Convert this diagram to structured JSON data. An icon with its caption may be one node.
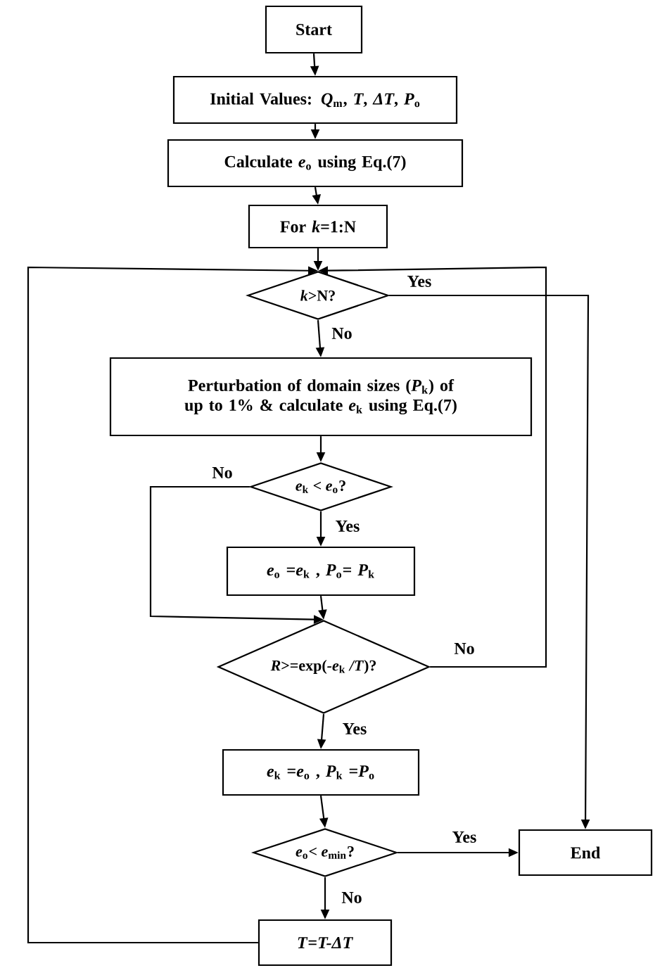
{
  "diagram": {
    "nodes": [
      {
        "text": [
          "Start"
        ]
      },
      {
        "text": [
          "Initial Values: *Q*$_{m}$, *T*, *ΔT*, *P*$_{o}$"
        ]
      },
      {
        "text": [
          "Calculate *e*$_{o}$ using Eq.(7)"
        ]
      },
      {
        "text": [
          "For *k*=1:N"
        ]
      },
      {
        "text": [
          "*k*>N?"
        ]
      },
      {
        "text": [
          "Perturbation of domain sizes (*P*$_{k}$) of up to 1% & calculate *e*$_{k}$ using Eq.(7)"
        ]
      },
      {
        "text": [
          "*e*$_{k}$ < *e*$_{o}$?"
        ]
      },
      {
        "text": [
          "*e*$_{o}$ =*e*$_{k}$ , *P*$_{o}$= *P*$_{k}$"
        ]
      },
      {
        "text": [
          "*R*>=exp(*-e*$_{k}$ */T*)?"
        ]
      },
      {
        "text": [
          "*e*$_{k}$ =*e*$_{o}$ , *P*$_{k}$ =*P*$_{o}$"
        ]
      },
      {
        "text": [
          "*e*$_{o}$< *e*$_{min}$?"
        ]
      },
      {
        "text": [
          "End"
        ]
      },
      {
        "text": [
          "*T*=*T-ΔT*"
        ]
      }
    ],
    "edges": [
      {
        "from": 0,
        "to": 1,
        "arrow": "to"
      },
      {
        "from": 1,
        "to": 2,
        "arrow": "to"
      },
      {
        "from": 2,
        "to": 3,
        "arrow": "to"
      },
      {
        "from": 3,
        "to": 4,
        "arrow": "to"
      },
      {
        "from": 4,
        "to": 11,
        "arrow": "to",
        "label": "Yes"
      },
      {
        "from": 4,
        "to": 5,
        "arrow": "to",
        "label": "No"
      },
      {
        "from": 5,
        "to": 6,
        "arrow": "to"
      },
      {
        "from": 6,
        "to": 7,
        "arrow": "to",
        "label": "Yes"
      },
      {
        "from": 6,
        "to": 8,
        "arrow": "to",
        "label": "No"
      },
      {
        "from": 7,
        "to": 8,
        "arrow": "to"
      },
      {
        "from": 8,
        "to": 4,
        "arrow": "to",
        "label": "No"
      },
      {
        "from": 8,
        "to": 9,
        "arrow": "to",
        "label": "Yes"
      },
      {
        "from": 9,
        "to": 10,
        "arrow": "to"
      },
      {
        "from": 10,
        "to": 11,
        "arrow": "to",
        "label": "Yes"
      },
      {
        "from": 10,
        "to": 12,
        "arrow": "to",
        "label": "No"
      },
      {
        "from": 12,
        "to": 4,
        "arrow": "to"
      }
    ]
  }
}
